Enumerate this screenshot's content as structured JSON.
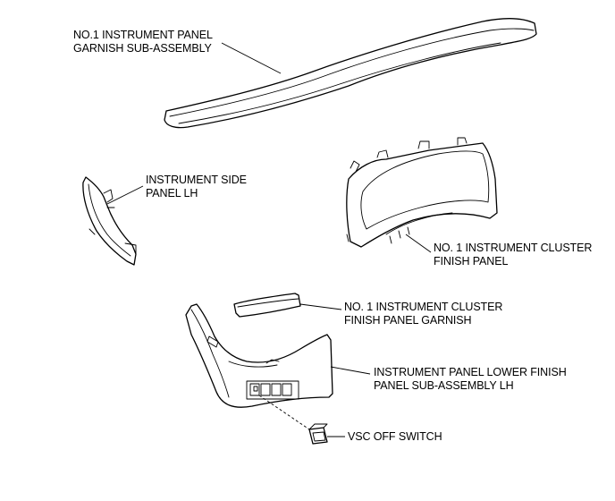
{
  "callouts": {
    "garnish": {
      "line1": "NO.1 INSTRUMENT PANEL",
      "line2": "GARNISH SUB-ASSEMBLY"
    },
    "side_panel": {
      "line1": "INSTRUMENT SIDE",
      "line2": "PANEL LH"
    },
    "cluster_finish_panel": {
      "line1": "NO. 1 INSTRUMENT CLUSTER",
      "line2": "FINISH PANEL"
    },
    "cluster_garnish": {
      "line1": "NO. 1 INSTRUMENT CLUSTER",
      "line2": "FINISH PANEL GARNISH"
    },
    "lower_finish_panel": {
      "line1": "INSTRUMENT PANEL LOWER FINISH",
      "line2": "PANEL SUB-ASSEMBLY LH"
    },
    "vsc_switch": {
      "line1": "VSC OFF SWITCH"
    }
  }
}
